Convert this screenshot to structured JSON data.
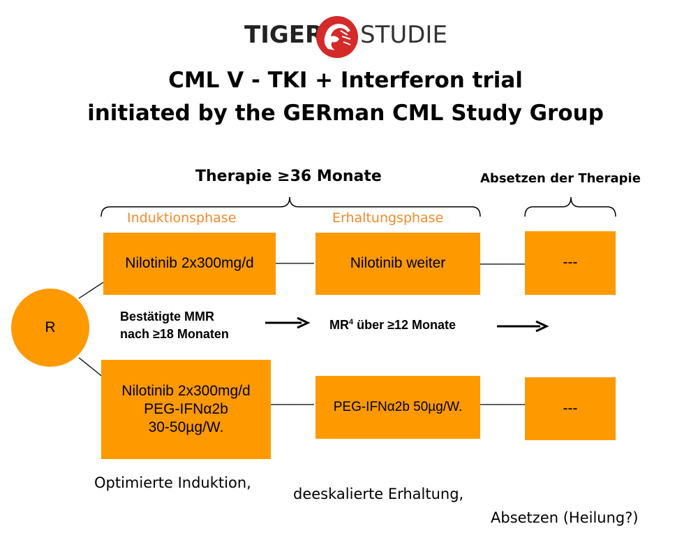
{
  "logo": {
    "left": "TIGER",
    "right": "STUDIE"
  },
  "title": {
    "line1": "CML V - TKI + Interferon trial",
    "line2": "initiated by the GERman CML Study Group"
  },
  "header": {
    "therapy": "Therapie ≥36 Monate",
    "stop": "Absetzen der Therapie"
  },
  "phases": {
    "induction": "Induktionsphase",
    "maintenance": "Erhaltungsphase"
  },
  "randomization": "R",
  "arm1": {
    "induction": "Nilotinib 2x300mg/d",
    "maintenance": "Nilotinib weiter",
    "stop": "---"
  },
  "arm2": {
    "induction": [
      "Nilotinib 2x300mg/d",
      "PEG-IFNα2b",
      "30-50µg/W."
    ],
    "maintenance": "PEG-IFNα2b 50µg/W.",
    "stop": "---"
  },
  "criteria": {
    "first_line1": "Bestätigte MMR",
    "first_line2": "nach ≥18 Monaten",
    "second_prefix": "MR",
    "second_sup": "4",
    "second_suffix": " über ≥12 Monate"
  },
  "footer": {
    "part1": "Optimierte Induktion,",
    "part2": "deeskalierte Erhaltung,",
    "part3": "Absetzen (Heilung?)"
  },
  "colors": {
    "orange": "#FF9900",
    "phase_text": "#F08A2C",
    "logo_red": "#D42A2A"
  }
}
